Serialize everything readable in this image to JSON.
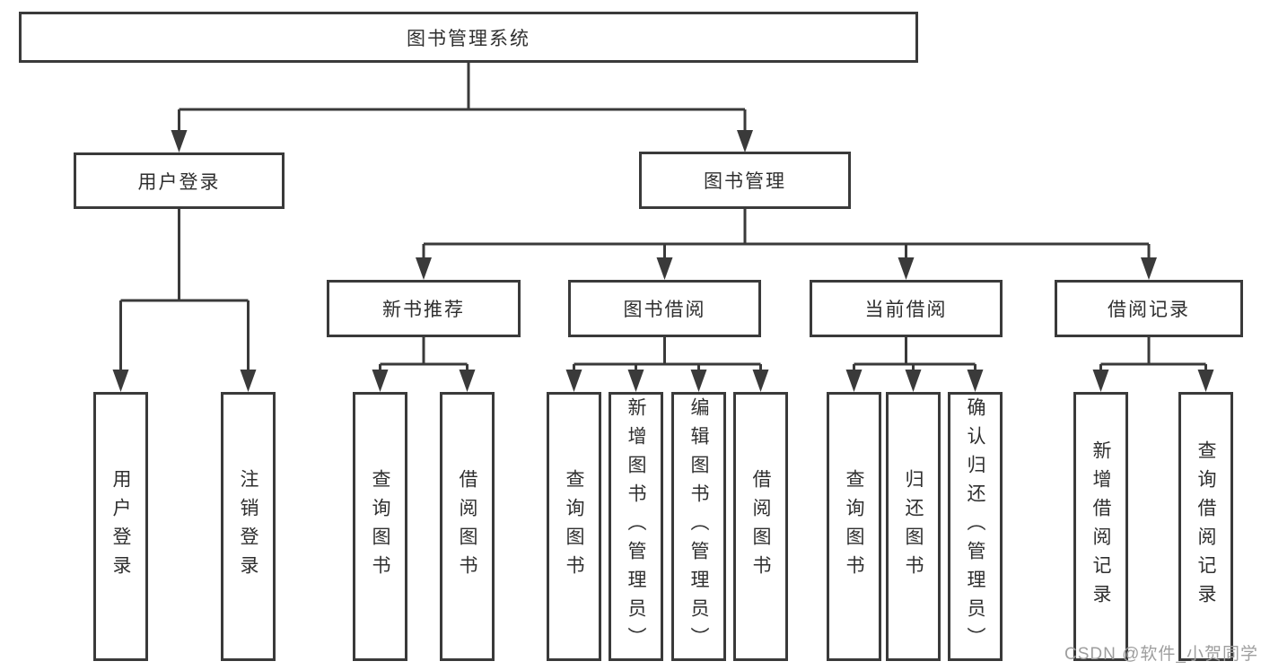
{
  "colors": {
    "background": "#ffffff",
    "line": "#3a3a3a",
    "text": "#2f2f2f",
    "watermark": "#9e9e9e"
  },
  "diagram": {
    "root": {
      "label": "图书管理系统"
    },
    "level2": [
      {
        "label": "用户登录"
      },
      {
        "label": "图书管理"
      }
    ],
    "level3": [
      {
        "label": "新书推荐"
      },
      {
        "label": "图书借阅"
      },
      {
        "label": "当前借阅"
      },
      {
        "label": "借阅记录"
      }
    ],
    "leaves": {
      "user_login": [
        "用户登录",
        "注销登录"
      ],
      "new_book_rec": [
        "查询图书",
        "借阅图书"
      ],
      "book_borrow": [
        "查询图书",
        "新增图书（管理员）",
        "编辑图书（管理员）",
        "借阅图书"
      ],
      "current_borrow": [
        "查询图书",
        "归还图书",
        "确认归还（管理员）"
      ],
      "borrow_record": [
        "新增借阅记录",
        "查询借阅记录"
      ]
    }
  },
  "watermark": {
    "text": "CSDN @软件_小贺同学"
  }
}
